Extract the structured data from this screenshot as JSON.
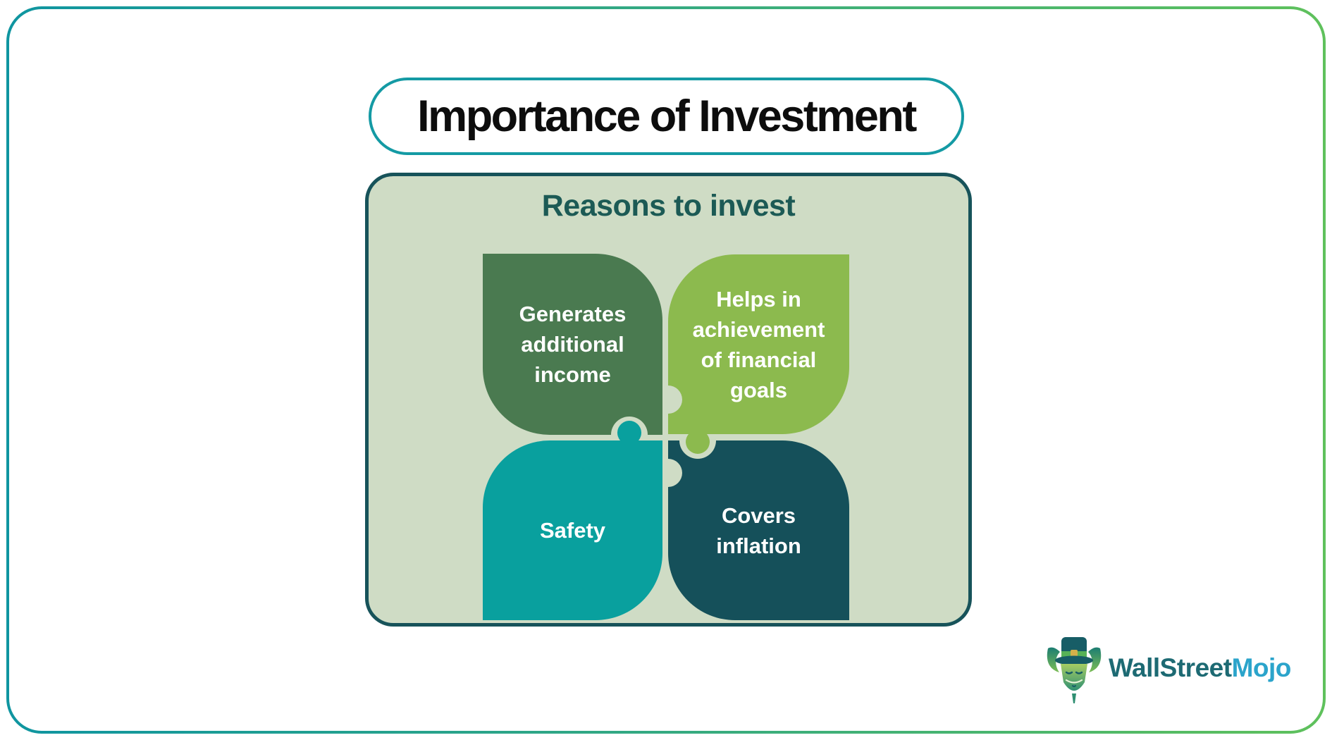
{
  "title": {
    "text": "Importance of Investment",
    "border_color": "#149aa4"
  },
  "panel": {
    "heading": "Reasons to invest",
    "background": "#cfdcc5",
    "border_color": "#17535a",
    "heading_color": "#1c5a55"
  },
  "puzzle": {
    "pieces": [
      {
        "name": "generates-additional-income",
        "color": "#4a7a50",
        "lines": [
          "Generates",
          "additional",
          "income"
        ]
      },
      {
        "name": "helps-achievement-financial-goals",
        "color": "#8cba4e",
        "lines": [
          "Helps in",
          "achievement",
          "of financial",
          "goals"
        ]
      },
      {
        "name": "safety",
        "color": "#09a09e",
        "lines": [
          "Safety"
        ]
      },
      {
        "name": "covers-inflation",
        "color": "#15505a",
        "lines": [
          "Covers",
          "inflation"
        ]
      }
    ]
  },
  "frame": {
    "gradient_start": "#0f95a0",
    "gradient_end": "#5fc15c"
  },
  "logo": {
    "brand_primary": "WallStreet",
    "brand_secondary": "Mojo",
    "primary_color": "#1d6a73",
    "secondary_color": "#2ba4cb"
  }
}
